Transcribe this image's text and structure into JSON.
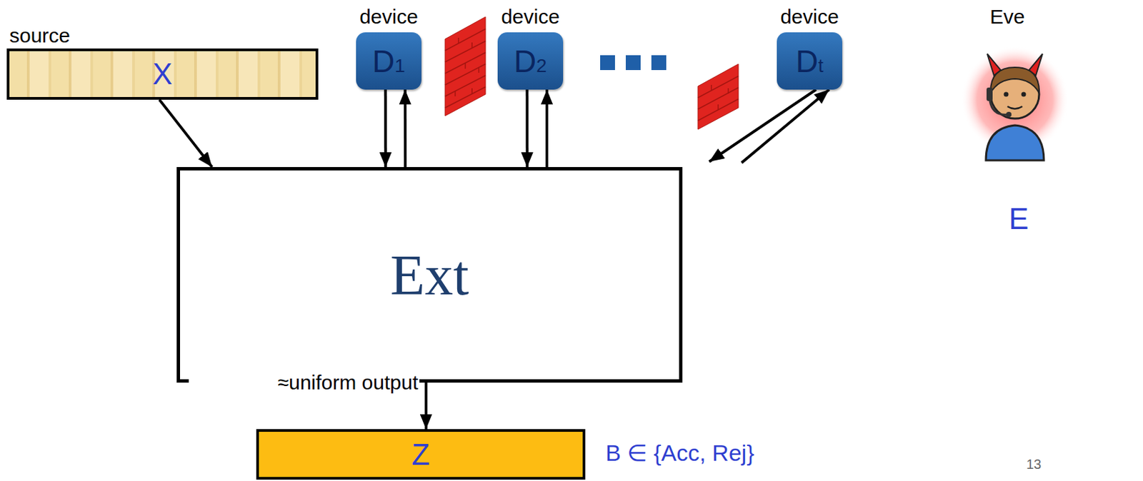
{
  "diagram": {
    "nodes": [
      {
        "text": [
          "source",
          "X"
        ]
      },
      {
        "text": [
          "device",
          "D1"
        ]
      },
      {
        "text": [
          "device",
          "D2"
        ]
      },
      {
        "text": [
          "device",
          "Dt"
        ]
      },
      {
        "text": [
          "Ext"
        ]
      },
      {
        "text": [
          "Z"
        ]
      }
    ],
    "edges": [
      {
        "from": 0,
        "to": 4,
        "arrow": "to"
      },
      {
        "from": 1,
        "to": 4,
        "arrow": "to"
      },
      {
        "from": 4,
        "to": 1,
        "arrow": "to"
      },
      {
        "from": 2,
        "to": 4,
        "arrow": "to"
      },
      {
        "from": 4,
        "to": 2,
        "arrow": "to"
      },
      {
        "from": 3,
        "to": 4,
        "arrow": "to"
      },
      {
        "from": 4,
        "to": 3,
        "arrow": "to"
      },
      {
        "from": 4,
        "to": 5,
        "arrow": "to"
      }
    ],
    "labels": [
      "≈uniform output",
      "B ∈ {Acc, Rej}",
      "Eve",
      "E",
      "13"
    ]
  }
}
